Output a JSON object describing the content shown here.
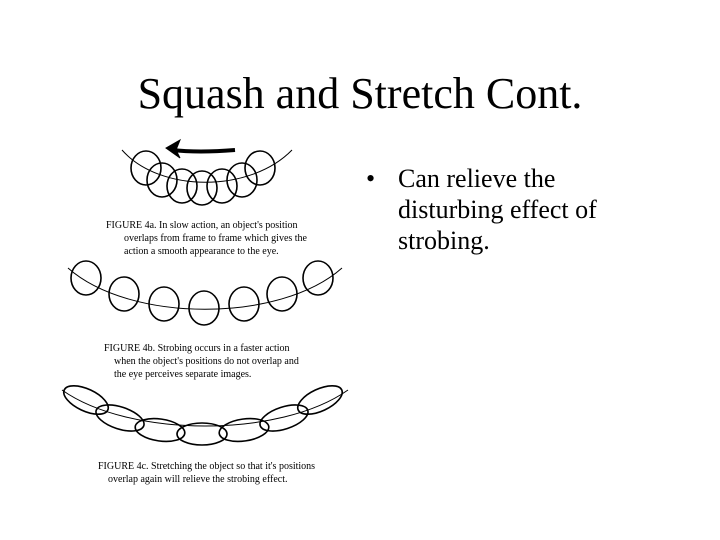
{
  "slide": {
    "title": "Squash and Stretch Cont.",
    "bullet_char": "•",
    "bullet_text": "Can relieve the disturbing effect of strobing."
  },
  "figure": {
    "caption_a": [
      "FIGURE 4a.  In slow action, an object's position",
      "overlaps from frame to frame which gives the",
      "action a smooth appearance to the eye."
    ],
    "caption_b": [
      "FIGURE 4b.  Strobing occurs in a faster action",
      "when the object's positions do not overlap and",
      "the eye perceives separate images."
    ],
    "caption_c": [
      "FIGURE 4c.  Stretching the object so that it's positions",
      "overlap again will relieve the strobing effect."
    ]
  }
}
